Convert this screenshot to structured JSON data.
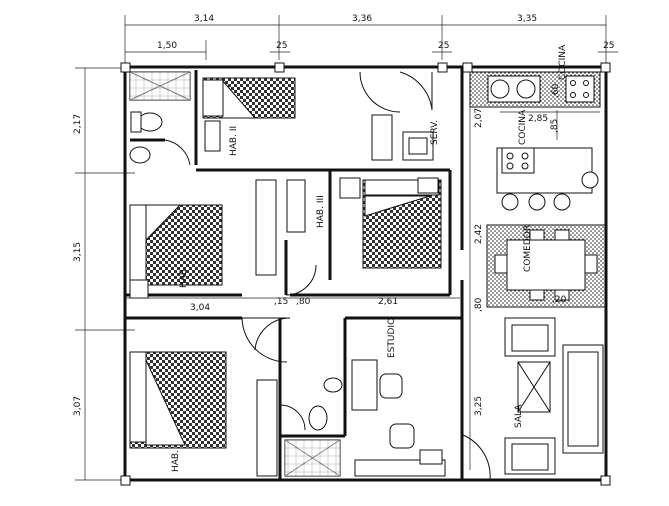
{
  "plan": {
    "top_dims": [
      "3,14",
      "3,36",
      "3,35"
    ],
    "top_sub_dims": [
      "1,50",
      "25",
      "25",
      "25"
    ],
    "left_dims": [
      "2,17",
      "3,15",
      "3,07"
    ],
    "inner_dims": [
      "3,04",
      ",15",
      ",80",
      "2,61",
      "2,07",
      "2,85",
      ",85",
      "2,42",
      ",80",
      ",20",
      "3,25",
      ",60"
    ],
    "rooms": {
      "hab_top": "HAB.  II",
      "hab_mid": "HAB.  III",
      "hab_left": "HAB.",
      "hab_bottom": "HAB.",
      "serv": "SERV.",
      "cocina_top": "COCINA",
      "cocina_mid": "COCINA",
      "comedor": "COMEDOR",
      "estudio": "ESTUDIO",
      "sala": "SALA"
    },
    "colors": {
      "line": "#111111",
      "background": "#ffffff",
      "hatch": "#222222"
    }
  }
}
